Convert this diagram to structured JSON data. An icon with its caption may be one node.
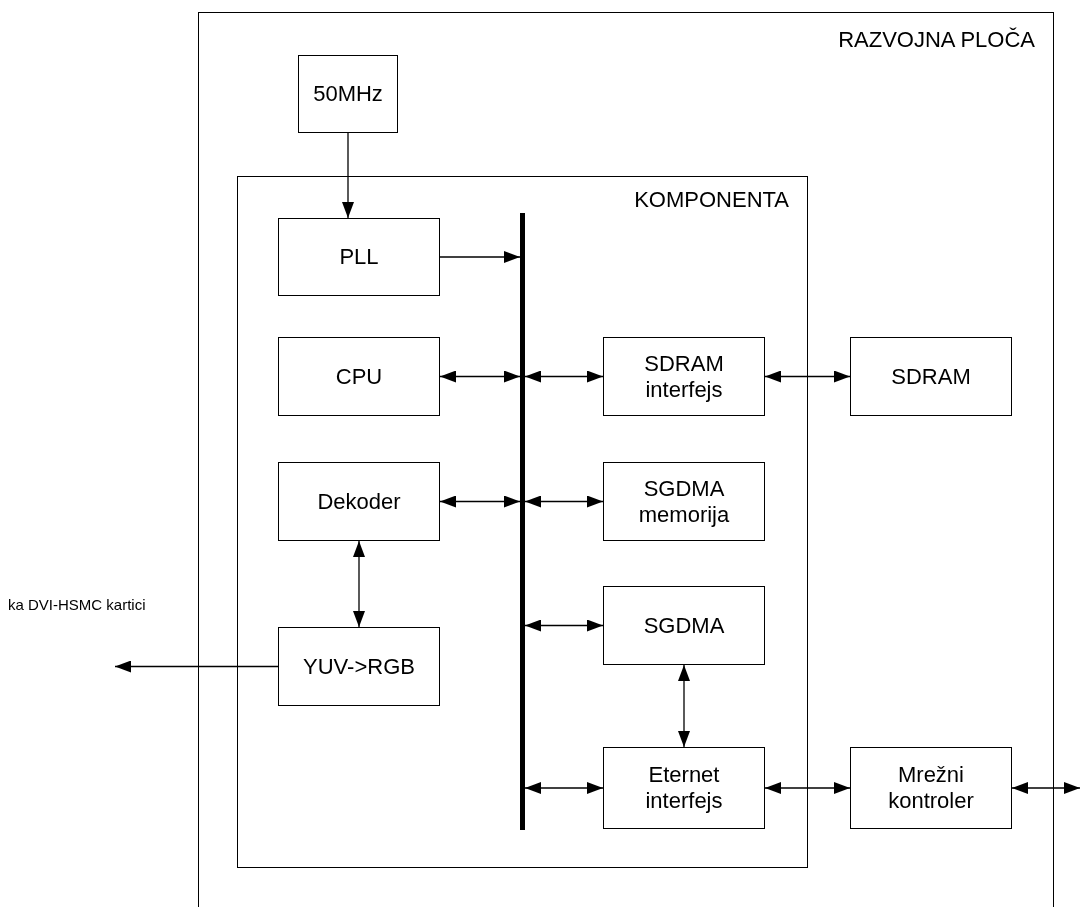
{
  "diagram": {
    "nodes": [
      {
        "text": [
          "RAZVOJNA PLOČA"
        ]
      },
      {
        "text": [
          "50MHz"
        ],
        "in": 0
      },
      {
        "text": [
          "KOMPONENTA"
        ],
        "in": 0
      },
      {
        "text": [
          "PLL"
        ],
        "in": 2
      },
      {
        "text": [],
        "shape": "bar",
        "in": 2
      },
      {
        "text": [
          "CPU"
        ],
        "in": 2
      },
      {
        "text": [
          "SDRAM interfejs"
        ],
        "in": 2
      },
      {
        "text": [
          "SDRAM"
        ],
        "in": 0
      },
      {
        "text": [
          "Dekoder"
        ],
        "in": 2
      },
      {
        "text": [
          "SGDMA memorija"
        ],
        "in": 2
      },
      {
        "text": [
          "SGDMA"
        ],
        "in": 2
      },
      {
        "text": [
          "YUV->RGB"
        ],
        "in": 2
      },
      {
        "text": [
          "Eternet interfejs"
        ],
        "in": 2
      },
      {
        "text": [
          "Mrežni kontroler"
        ],
        "in": 0
      }
    ],
    "edges": [
      {
        "from": 1,
        "to": 3,
        "arrow": "to"
      },
      {
        "from": 3,
        "to": 4,
        "arrow": "to"
      },
      {
        "from": 5,
        "to": 4,
        "arrow": "both"
      },
      {
        "from": 4,
        "to": 6,
        "arrow": "both"
      },
      {
        "from": 6,
        "to": 7,
        "arrow": "both"
      },
      {
        "from": 8,
        "to": 4,
        "arrow": "both"
      },
      {
        "from": 4,
        "to": 9,
        "arrow": "both"
      },
      {
        "from": 8,
        "to": 11,
        "arrow": "both"
      },
      {
        "from": 4,
        "to": 10,
        "arrow": "both"
      },
      {
        "from": 10,
        "to": 12,
        "arrow": "both"
      },
      {
        "from": 4,
        "to": 12,
        "arrow": "both"
      },
      {
        "from": 12,
        "to": 13,
        "arrow": "both"
      },
      {
        "from": 13,
        "to": null,
        "arrow": "both"
      },
      {
        "from": 11,
        "to": null,
        "arrow": "to",
        "label": "ka DVI-HSMC kartici"
      }
    ]
  }
}
